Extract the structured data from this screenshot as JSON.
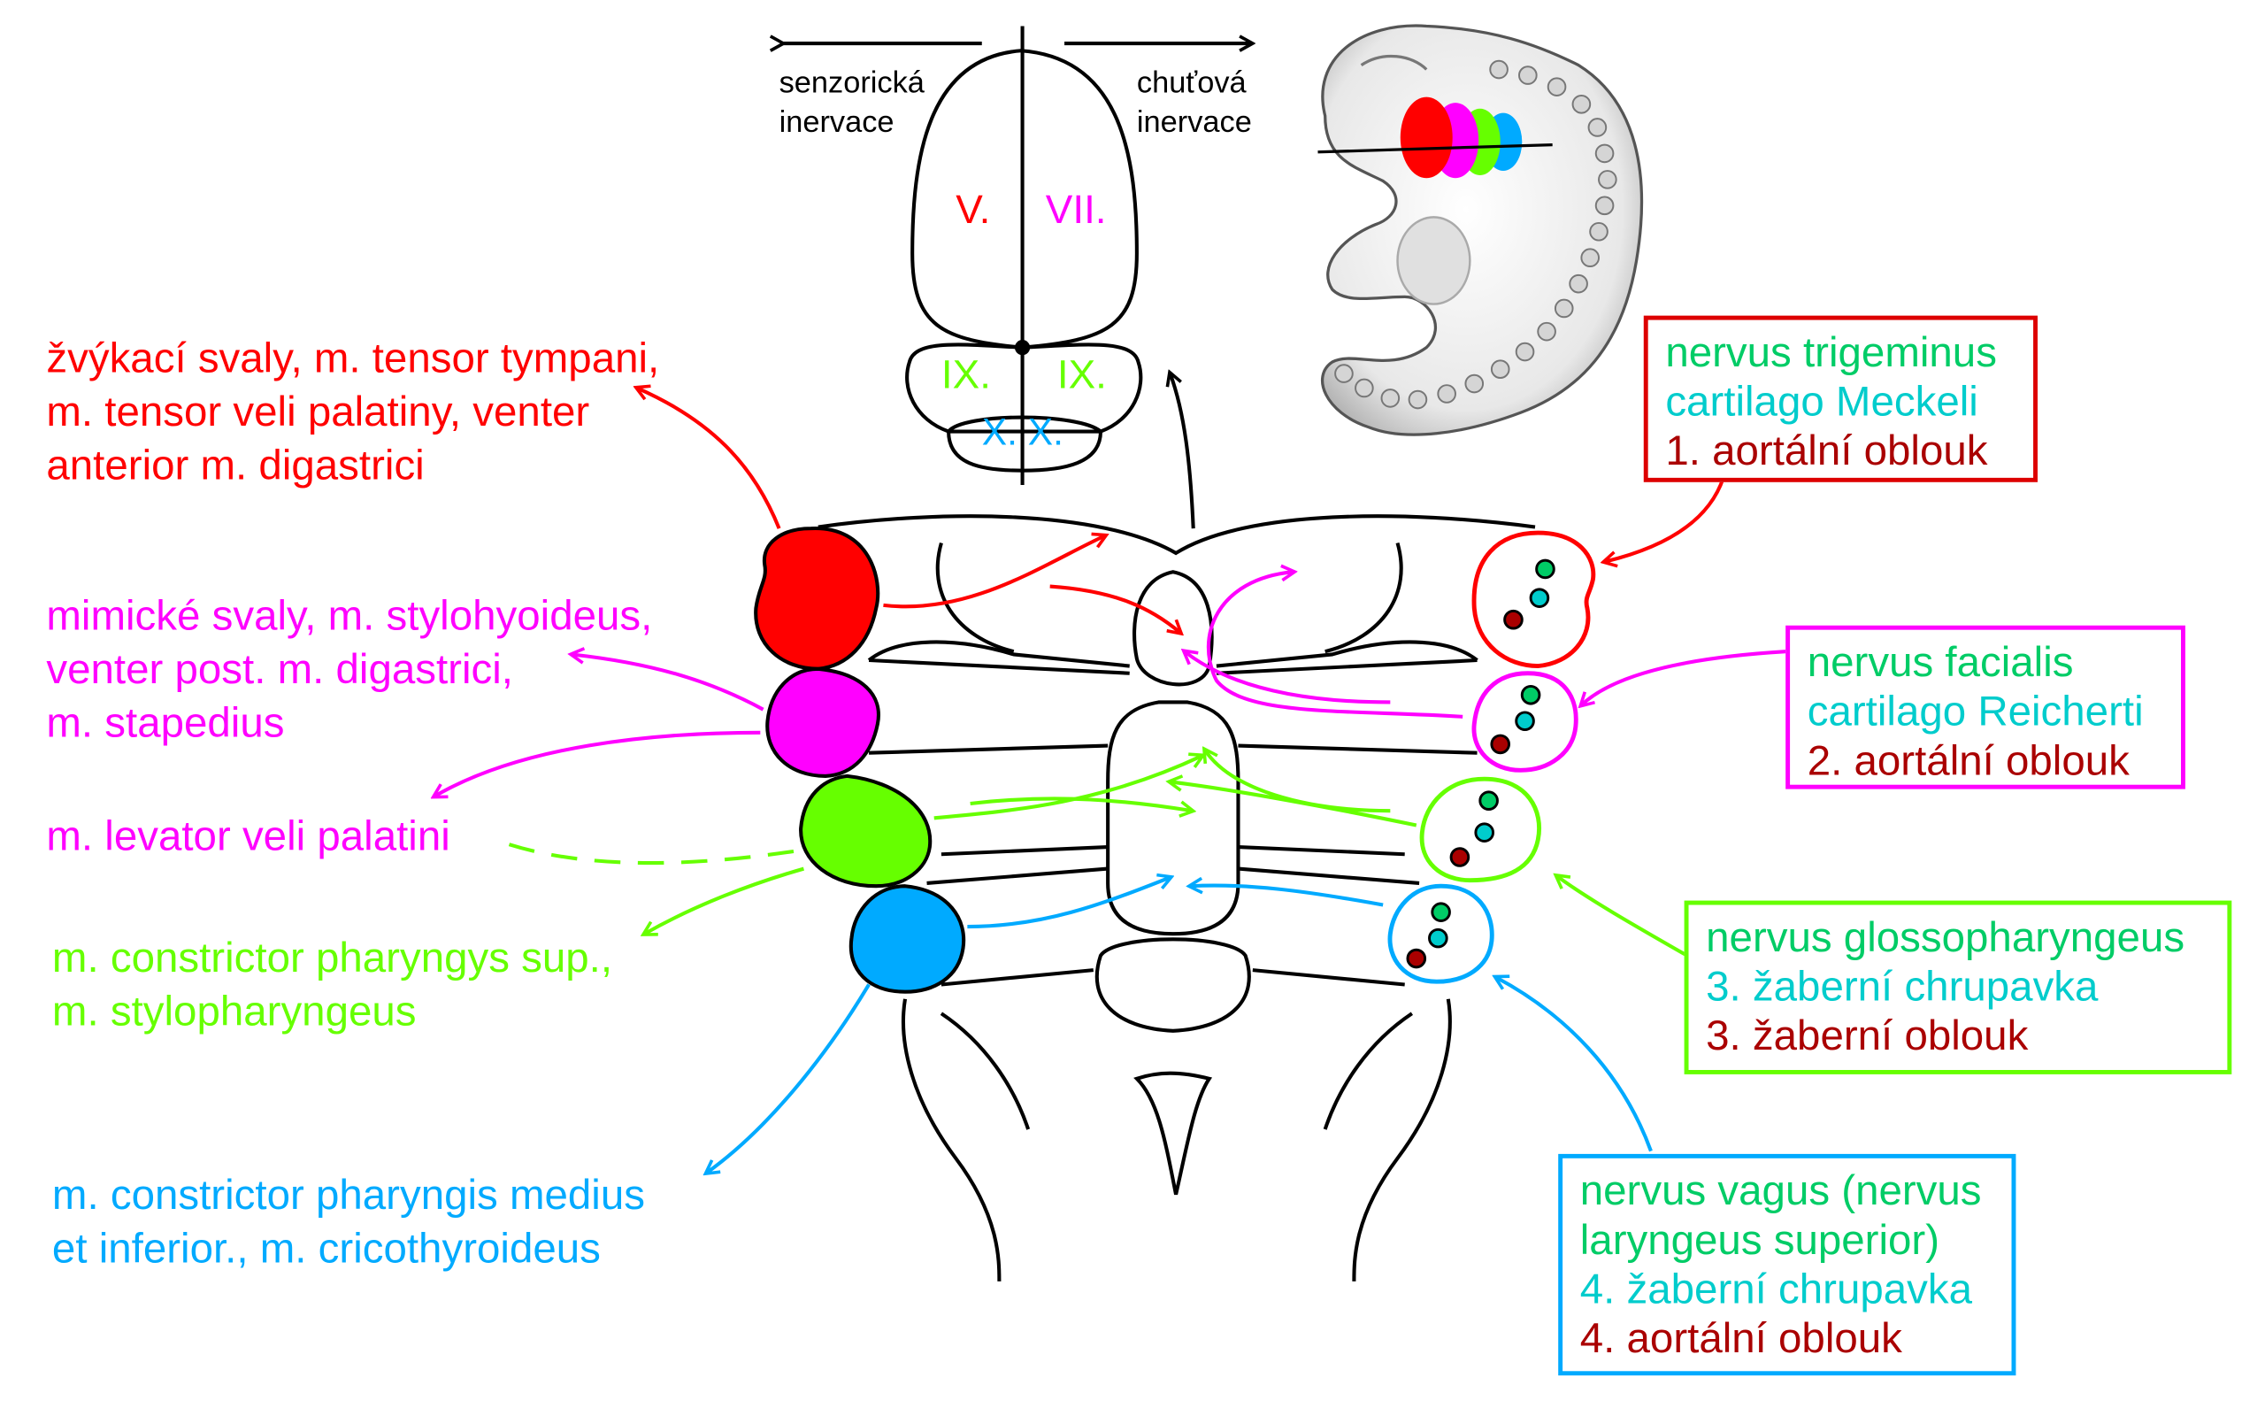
{
  "colors": {
    "arch1": "#ff0000",
    "arch2": "#ff00ff",
    "arch3": "#66ff00",
    "arch4": "#00aaff",
    "nerve_text": "#00cc66",
    "cartilage_text": "#00cccc",
    "artery_text": "#aa0000"
  },
  "innervation": {
    "sensory": "senzorická\ninervace",
    "taste": "chuťová\ninervace"
  },
  "tongue_regions": {
    "left_front": "V.",
    "right_front": "VII.",
    "left_mid": "IX.",
    "right_mid": "IX.",
    "back": "X. X."
  },
  "muscles": {
    "arch1": "žvýkací svaly, m. tensor tympani,\nm. tensor veli palatiny, venter\nanterior m. digastrici",
    "arch2": "mimické svaly, m. stylohyoideus,\nventer post. m. digastrici,\nm. stapedius",
    "levator": "m. levator veli palatini",
    "arch3": "m. constrictor pharyngys sup.,\nm. stylopharyngeus",
    "arch4": "m. constrictor pharyngis medius\net inferior., m. cricothyroideus"
  },
  "boxes": [
    {
      "nerve": "nervus trigeminus",
      "cartilage": "cartilago Meckeli",
      "artery": "1. aortální oblouk"
    },
    {
      "nerve": "nervus facialis",
      "cartilage": "cartilago Reicherti",
      "artery": "2. aortální oblouk"
    },
    {
      "nerve": "nervus glossopharyngeus",
      "cartilage": "3. žaberní chrupavka",
      "artery": "3. žaberní oblouk"
    },
    {
      "nerve": "nervus vagus (nervus\nlaryngeus superior)",
      "cartilage": "4. žaberní chrupavka",
      "artery": "4. aortální oblouk"
    }
  ]
}
